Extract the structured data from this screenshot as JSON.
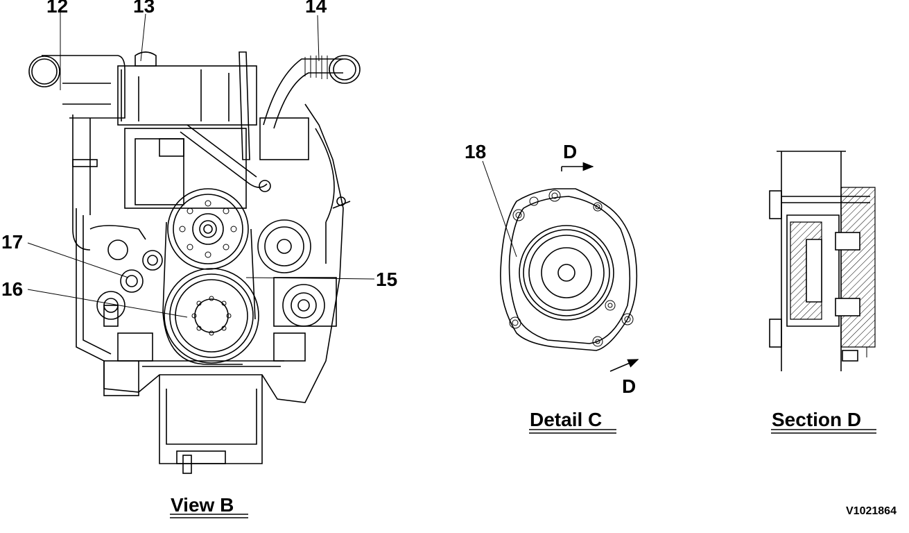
{
  "callouts": {
    "c12": "12",
    "c13": "13",
    "c14": "14",
    "c15": "15",
    "c16": "16",
    "c17": "17",
    "c18": "18"
  },
  "views": {
    "view_b": "View  B",
    "detail_c": "Detail  C",
    "section_d": "Section  D"
  },
  "section_marks": {
    "d_top": "D",
    "d_bottom": "D"
  },
  "reference_code": "V1021864"
}
